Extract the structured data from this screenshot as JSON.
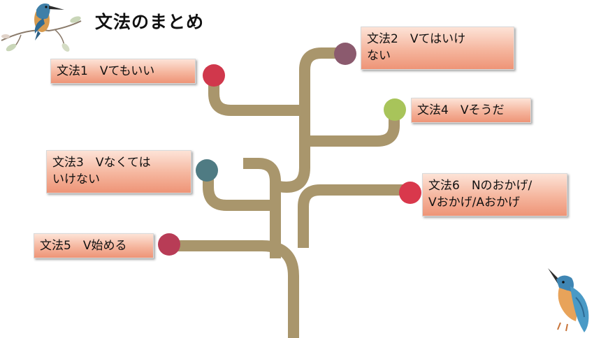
{
  "title": "文法のまとめ",
  "colors": {
    "branch": "#a9966c",
    "node_1": "#d0384c",
    "node_2": "#8b5a6e",
    "node_3": "#4f7b83",
    "node_4": "#a8c45a",
    "node_5": "#b83c56",
    "node_6": "#d9384c",
    "label_gradient_top": "#fde3d7",
    "label_gradient_bottom": "#ee9477"
  },
  "grammar_points": [
    {
      "id": "g1",
      "text": "文法1　Vてもいい"
    },
    {
      "id": "g2",
      "text": "文法2　Vてはいけ\nない"
    },
    {
      "id": "g3",
      "text": "文法3　Vなくては\nいけない"
    },
    {
      "id": "g4",
      "text": "文法4　Vそうだ"
    },
    {
      "id": "g5",
      "text": "文法5　V始める"
    },
    {
      "id": "g6",
      "text": "文法6　Nのおかげ/\nVおかげ/Aおかげ"
    }
  ],
  "decorations": {
    "top_left_bird_icon": "kingfisher-on-branch-icon",
    "bottom_right_bird_icon": "kingfisher-icon"
  }
}
